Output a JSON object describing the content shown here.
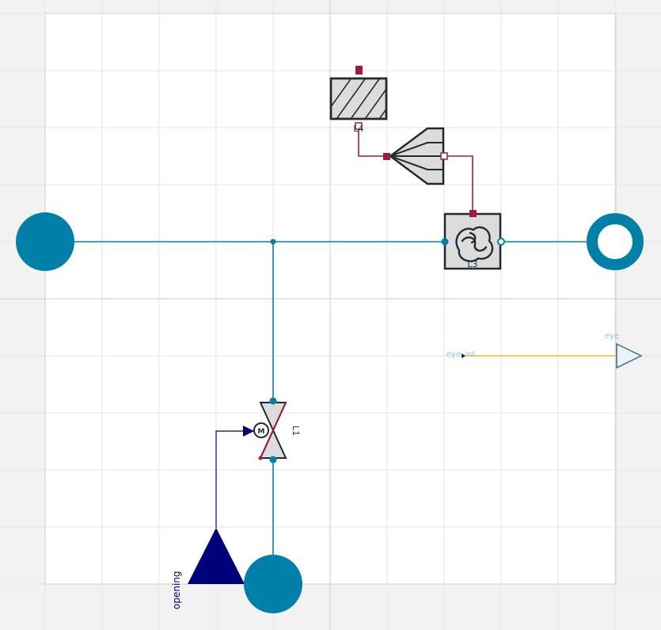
{
  "colors": {
    "canvas_bg": "#f2f2f2",
    "sheet_bg": "#ffffff",
    "grid": "#e3e3e3",
    "fluid": "#0080a8",
    "signal": "#a01c3c",
    "control": "#00007a",
    "yellow": "#f0c020",
    "component_fill": "#dcdcdc",
    "component_stroke": "#222a30",
    "light_label": "#8fc6da"
  },
  "components": {
    "heat_capacitor": {
      "label": "L4"
    },
    "pump_block": {
      "label": "L3"
    },
    "valve": {
      "label": "L1"
    },
    "opening_input": {
      "label": "opening"
    },
    "eye_source": {
      "label": "eye_int"
    },
    "eye_output": {
      "label": "eye"
    }
  },
  "icons": {
    "source_port": "filled-circle-icon",
    "sink_port": "ring-icon",
    "heat_capacitor": "hatched-box-icon",
    "collector": "fan-funnel-icon",
    "pump": "swirl-pump-icon",
    "valve": "motor-valve-icon",
    "opening": "filled-triangle-icon",
    "eye_output": "outline-triangle-icon"
  }
}
